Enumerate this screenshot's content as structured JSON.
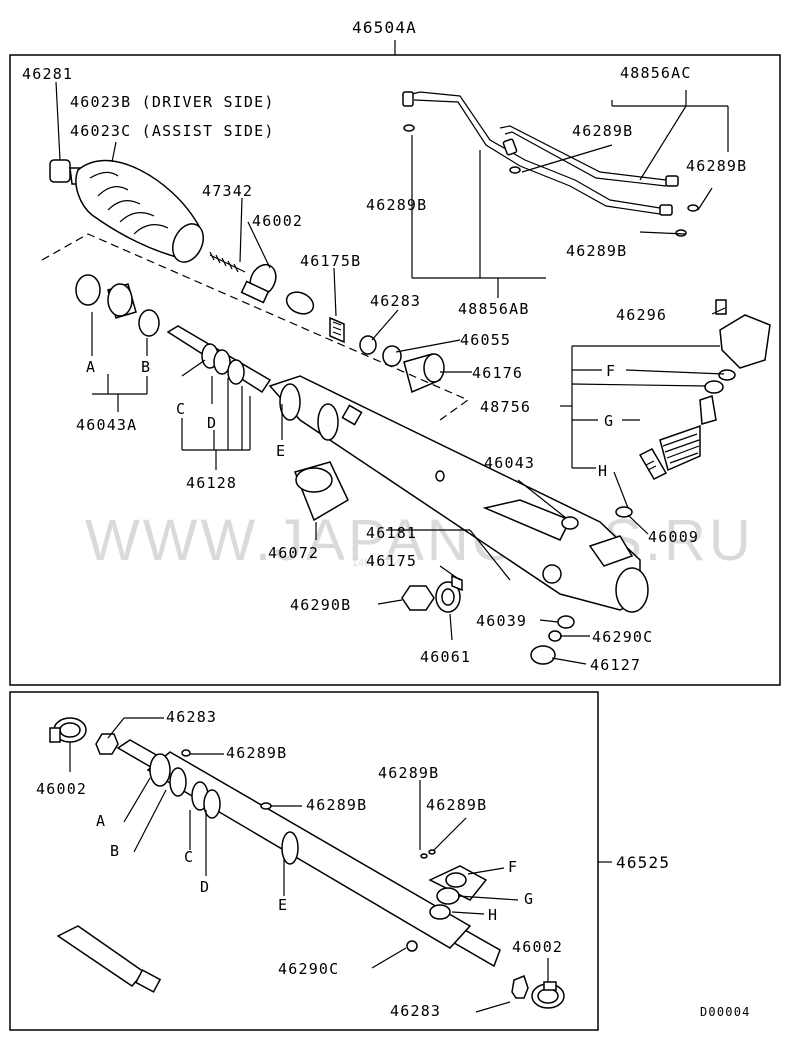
{
  "watermark": "WWW.JAPANCARS.RU",
  "watermark_small": "14012014",
  "diagram_code": "D00004",
  "top_assembly": {
    "assembly_label": "46504A",
    "labels": {
      "p46281": "46281",
      "p46023b": "46023B (DRIVER SIDE)",
      "p46023c": "46023C (ASSIST SIDE)",
      "p47342": "47342",
      "p46002": "46002",
      "p46175b": "46175B",
      "p46283": "46283",
      "p46055": "46055",
      "p46176": "46176",
      "p48756": "48756",
      "p48856ac": "48856AC",
      "p46289b_1": "46289B",
      "p46289b_2": "46289B",
      "p46289b_3": "46289B",
      "p46289b_4": "46289B",
      "p48856ab": "48856AB",
      "p46296": "46296",
      "F": "F",
      "G": "G",
      "H": "H",
      "p46043": "46043",
      "p46009": "46009",
      "A": "A",
      "B": "B",
      "C": "C",
      "D": "D",
      "E": "E",
      "p46043a": "46043A",
      "p46128": "46128",
      "p46072": "46072",
      "p46181": "46181",
      "p46175": "46175",
      "p46290b": "46290B",
      "p46061": "46061",
      "p46039": "46039",
      "p46290c": "46290C",
      "p46127": "46127"
    }
  },
  "bottom_assembly": {
    "assembly_label": "46525",
    "labels": {
      "p46283_top": "46283",
      "p46002_left": "46002",
      "p46289b_a": "46289B",
      "p46289b_b": "46289B",
      "p46289b_c": "46289B",
      "p46289b_d": "46289B",
      "A": "A",
      "B": "B",
      "C": "C",
      "D": "D",
      "E": "E",
      "F": "F",
      "G": "G",
      "H": "H",
      "p46290c": "46290C",
      "p46002_right": "46002",
      "p46283_bottom": "46283"
    }
  }
}
